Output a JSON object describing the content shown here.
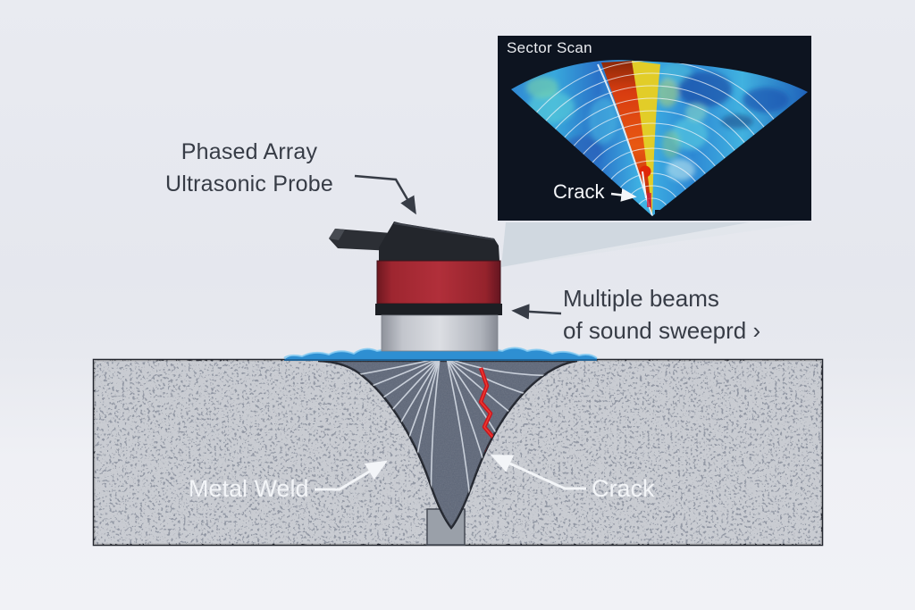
{
  "labels": {
    "probe": {
      "line1": "Phased Array",
      "line2": "Ultrasonic Probe"
    },
    "beams": {
      "line1": "Multiple beams",
      "line2": "of sound sweeprd ›"
    },
    "metal_weld": "Metal Weld",
    "crack": "Crack"
  },
  "inset": {
    "title": "Sector Scan",
    "crack_label": "Crack"
  },
  "colors": {
    "background": "#e7e9ef",
    "metal": "#9096a3",
    "weld": "#5d6678",
    "couplant_water": "#2f8fd2",
    "probe_red": "#a82833",
    "probe_black": "#23262c",
    "probe_silver": "#c3c6cd",
    "crack_red": "#d01822",
    "inset_background": "#0d1420",
    "scan_hot": "#e84812",
    "scan_warm": "#f0cf18",
    "scan_cool": "#2e86d4",
    "label_dark": "#373c46",
    "label_light": "#f3f5f8"
  }
}
